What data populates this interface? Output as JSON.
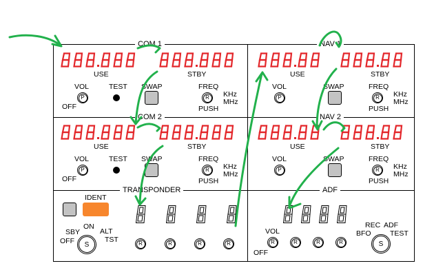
{
  "colors": {
    "segment_red": "#e3262a",
    "swap_gray": "#c3c3c3",
    "ident_orange": "#f7862d",
    "annotation_green": "#22b14c"
  },
  "com1": {
    "title": "COM 1",
    "use_display": "888.888",
    "stby_display": "888.888",
    "use_label": "USE",
    "stby_label": "STBY",
    "vol_label": "VOL",
    "off_label": "OFF",
    "vol_knob": "P",
    "test_label": "TEST",
    "swap_label": "SWAP",
    "freq_label": "FREQ",
    "push_label": "PUSH",
    "freq_knob": "R",
    "khz_label": "KHz",
    "mhz_label": "MHz"
  },
  "com2": {
    "title": "COM 2",
    "use_display": "888.888",
    "stby_display": "888.888",
    "use_label": "USE",
    "stby_label": "STBY",
    "vol_label": "VOL",
    "off_label": "OFF",
    "vol_knob": "P",
    "test_label": "TEST",
    "swap_label": "SWAP",
    "freq_label": "FREQ",
    "push_label": "PUSH",
    "freq_knob": "R",
    "khz_label": "KHz",
    "mhz_label": "MHz"
  },
  "nav1": {
    "title": "NAV 1",
    "use_display": "888.88",
    "stby_display": "888.88",
    "use_label": "USE",
    "stby_label": "STBY",
    "vol_label": "VOL",
    "vol_knob": "P",
    "swap_label": "SWAP",
    "freq_label": "FREQ",
    "push_label": "PUSH",
    "freq_knob": "R",
    "khz_label": "KHz",
    "mhz_label": "MHz"
  },
  "nav2": {
    "title": "NAV 2",
    "use_display": "888.88",
    "stby_display": "888.88",
    "use_label": "USE",
    "stby_label": "STBY",
    "vol_label": "VOL",
    "vol_knob": "P",
    "swap_label": "SWAP",
    "freq_label": "FREQ",
    "push_label": "PUSH",
    "freq_knob": "R",
    "khz_label": "KHz",
    "mhz_label": "MHz"
  },
  "transponder": {
    "title": "TRANSPONDER",
    "ident_label": "IDENT",
    "code_display": "8888",
    "mode_labels": {
      "sby": "SBY",
      "off": "OFF",
      "on": "ON",
      "alt": "ALT",
      "tst": "TST"
    },
    "mode_knob": "S",
    "digit_knobs": [
      "R",
      "R",
      "R",
      "R"
    ]
  },
  "adf": {
    "title": "ADF",
    "freq_display": "8888",
    "vol_label": "VOL",
    "off_label": "OFF",
    "knobs": [
      "R",
      "R",
      "R",
      "R"
    ],
    "mode_labels": {
      "rec": "REC",
      "adf": "ADF",
      "bfo": "BFO",
      "test": "TEST"
    },
    "mode_knob": "S"
  }
}
